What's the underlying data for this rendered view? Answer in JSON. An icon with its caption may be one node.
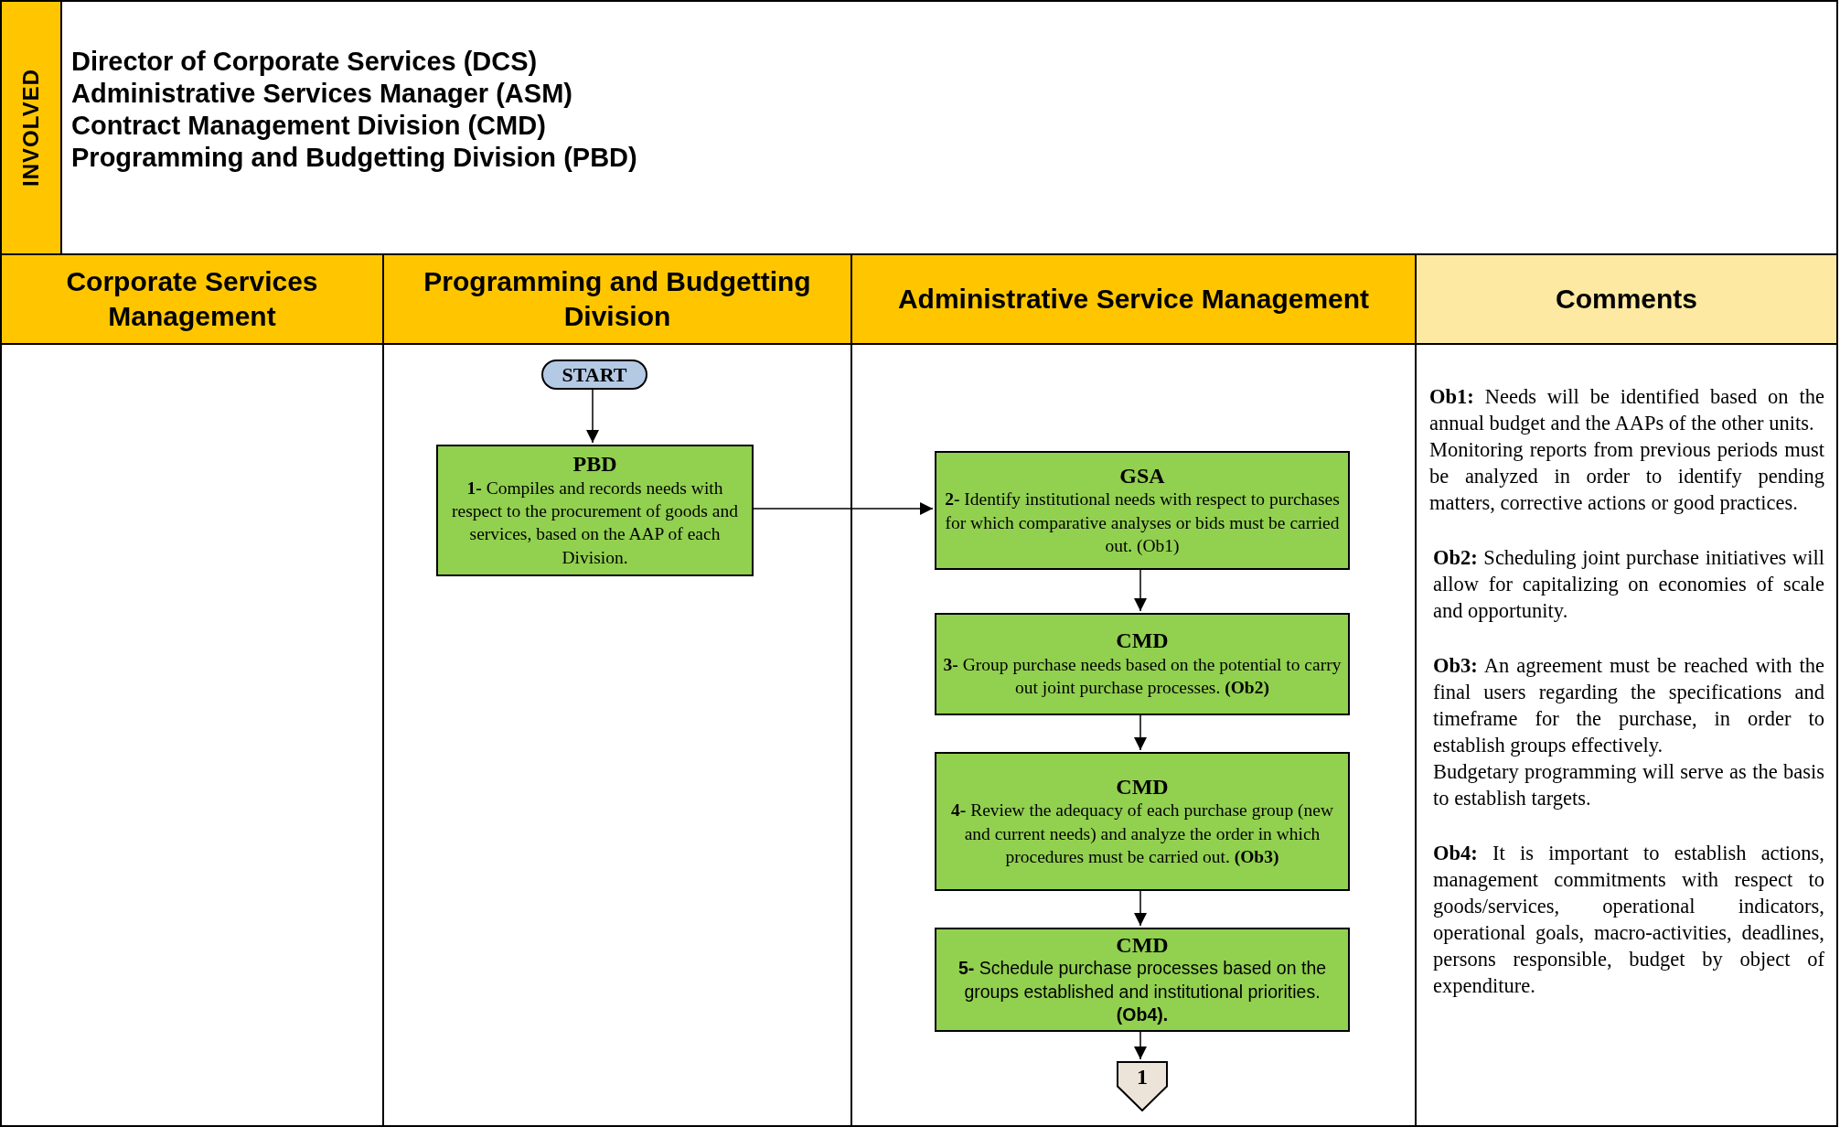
{
  "diagram": {
    "nodes": [
      {
        "text": [
          "INVOLVED"
        ]
      },
      {
        "text": [
          "Corporate Services Management"
        ]
      },
      {
        "text": [
          "Programming and Budgetting Division"
        ]
      },
      {
        "text": [
          "Administrative Service Management"
        ]
      },
      {
        "text": [
          "Comments",
          "**Ob1:** Needs will be identified based on the annual budget and the AAPs of the other units.",
          "Monitoring reports from previous periods must be analyzed in order to identify pending matters, corrective actions or good practices.",
          "**Ob2:** Scheduling joint purchase initiatives will allow for capitalizing on economies of scale and opportunity.",
          "**Ob3:** An agreement must be reached with the final users regarding the specifications and timeframe for the purchase, in order to establish groups effectively.",
          "Budgetary programming will serve as the basis to establish targets.",
          "**Ob4:** It is important to establish actions, management commitments with respect to goods/services, operational indicators, operational goals, macro-activities, deadlines, persons responsible, budget by object of expenditure."
        ]
      },
      {
        "text": [
          "START"
        ],
        "in": 2
      },
      {
        "text": [
          "PBD",
          "**1-** Compiles and records needs with respect to the procurement of goods and services, based on the AAP of each Division."
        ],
        "in": 2
      },
      {
        "text": [
          "GSA",
          "**2-** Identify institutional needs with respect to purchases for which comparative analyses or bids must be carried out. (Ob1)"
        ],
        "in": 3
      },
      {
        "text": [
          "CMD",
          "**3-** Group purchase needs based on the potential to carry out joint purchase processes. **(Ob2)**"
        ],
        "in": 3
      },
      {
        "text": [
          "CMD",
          "**4-** Review the adequacy of each purchase group (new and current needs) and analyze the order in which procedures must be carried out. **(Ob3)**"
        ],
        "in": 3
      },
      {
        "text": [
          "CMD",
          "**5-** Schedule purchase processes  based on the groups established and institutional priorities. **(Ob4).**"
        ],
        "in": 3
      },
      {
        "text": [
          "1"
        ],
        "in": 3
      }
    ],
    "edges": [
      {
        "from": 5,
        "to": 6,
        "arrow": "to"
      },
      {
        "from": 6,
        "to": 7,
        "arrow": "to"
      },
      {
        "from": 7,
        "to": 8,
        "arrow": "to"
      },
      {
        "from": 8,
        "to": 9,
        "arrow": "to"
      },
      {
        "from": 9,
        "to": 10,
        "arrow": "to"
      },
      {
        "from": 10,
        "to": 11,
        "arrow": "to"
      }
    ],
    "labels": [
      "Director of Corporate Services (DCS)",
      "Administrative Services Manager (ASM)",
      "Contract Management Division (CMD)",
      "Programming and Budgetting Division (PBD)"
    ]
  }
}
